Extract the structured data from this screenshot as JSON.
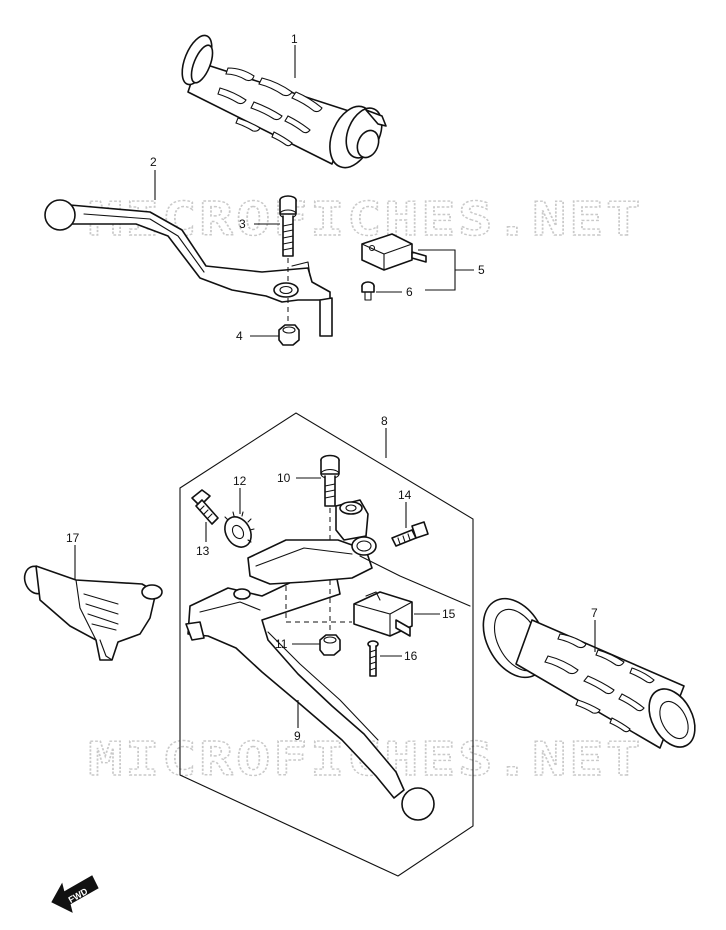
{
  "watermarks": {
    "top": "MICROFICHES.NET",
    "bottom": "MICROFICHES.NET"
  },
  "callouts": {
    "c1": "1",
    "c2": "2",
    "c3": "3",
    "c4": "4",
    "c5": "5",
    "c6": "6",
    "c7": "7",
    "c8": "8",
    "c9": "9",
    "c10": "10",
    "c11": "11",
    "c12": "12",
    "c13": "13",
    "c14": "14",
    "c15": "15",
    "c16": "16",
    "c17": "17"
  },
  "fwd_label": "FWD"
}
